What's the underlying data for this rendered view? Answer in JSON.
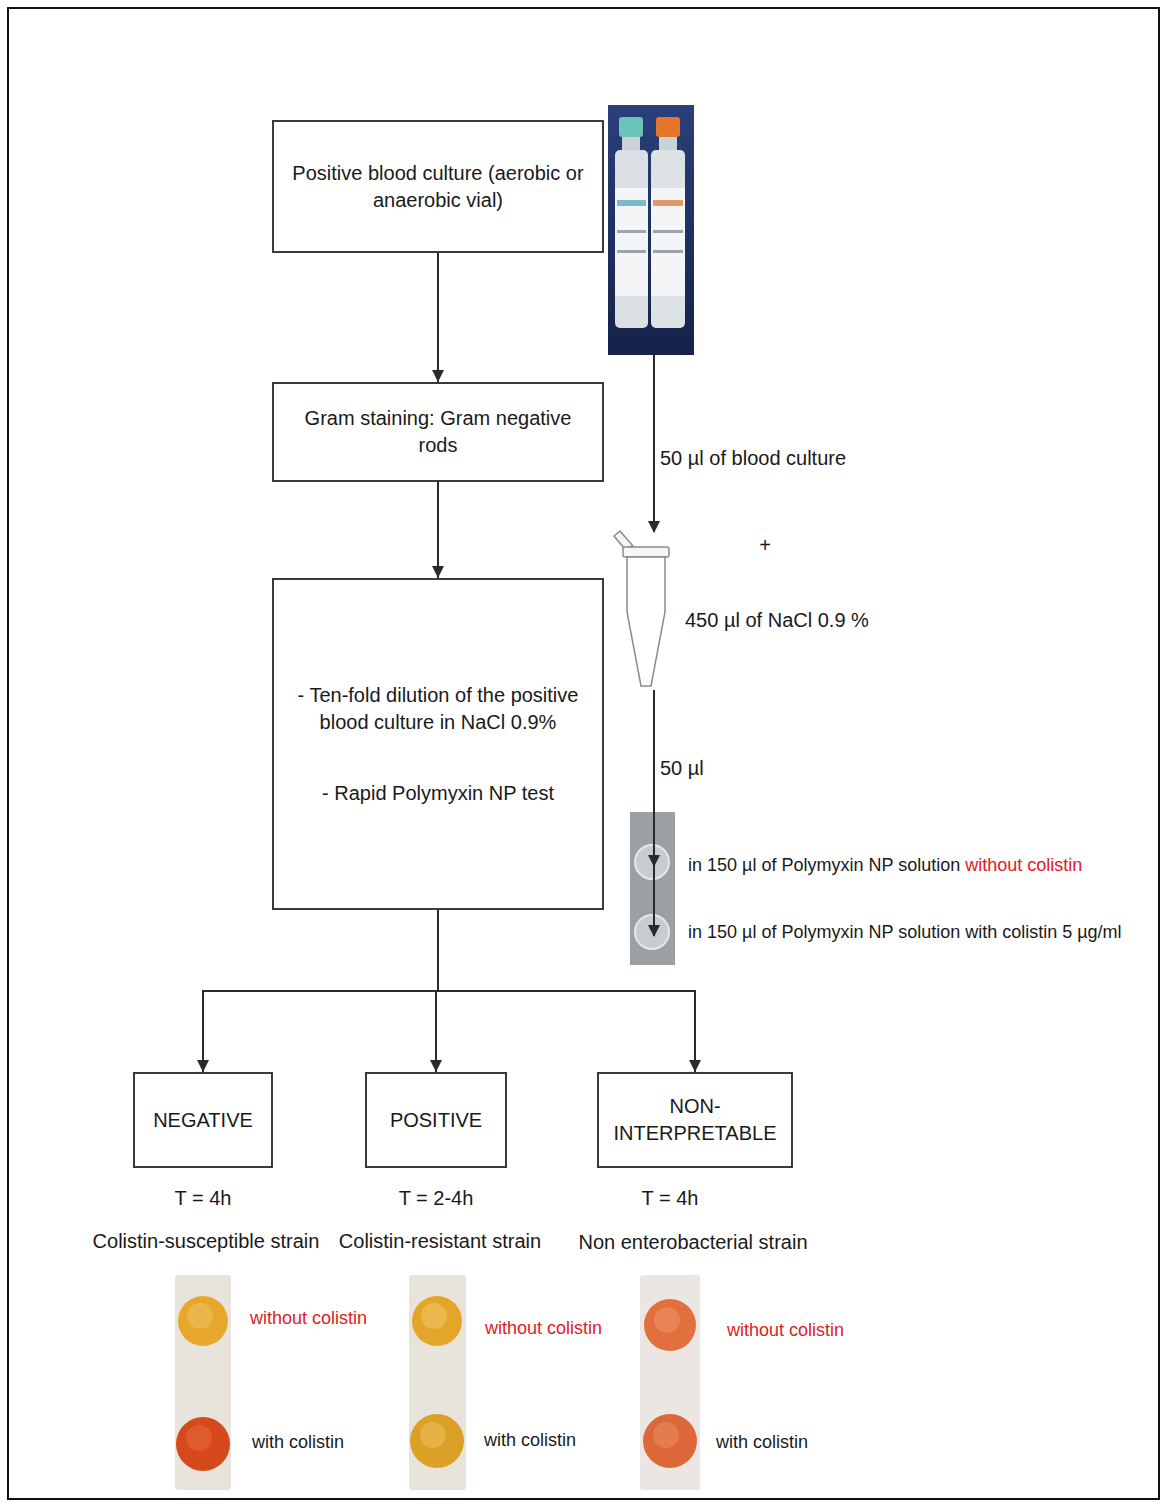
{
  "diagram": {
    "nodes": [
      {
        "text": [
          "Positive blood culture (aerobic or anaerobic vial)"
        ]
      },
      {
        "text": [
          "Gram staining: Gram negative rods"
        ]
      },
      {
        "text": [
          "- Ten-fold dilution of the positive blood culture in NaCl 0.9%",
          "- Rapid Polymyxin NP test"
        ]
      },
      {
        "text": [
          "NEGATIVE"
        ]
      },
      {
        "text": [
          "POSITIVE"
        ]
      },
      {
        "text": [
          "NON-INTERPRETABLE"
        ]
      }
    ],
    "edges": [
      {
        "from": 0,
        "to": 1,
        "arrow": "to"
      },
      {
        "from": 1,
        "to": 2,
        "arrow": "to"
      },
      {
        "from": 2,
        "to": 3,
        "arrow": "to"
      },
      {
        "from": 2,
        "to": 4,
        "arrow": "to"
      },
      {
        "from": 2,
        "to": 5,
        "arrow": "to"
      }
    ],
    "labels": [
      "50 µl of blood culture",
      "+",
      "450 µl of NaCl 0.9 %",
      "50 µl",
      "in 150 µl of Polymyxin NP solution",
      "without colistin",
      "in 150 µl of Polymyxin NP solution with colistin 5 µg/ml",
      "T = 4h",
      "Colistin-susceptible strain",
      "T = 2-4h",
      "Colistin-resistant strain",
      "T = 4h",
      "Non enterobacterial strain",
      "without colistin",
      "with colistin",
      "without colistin",
      "with colistin",
      "without colistin",
      "with colistin"
    ]
  }
}
